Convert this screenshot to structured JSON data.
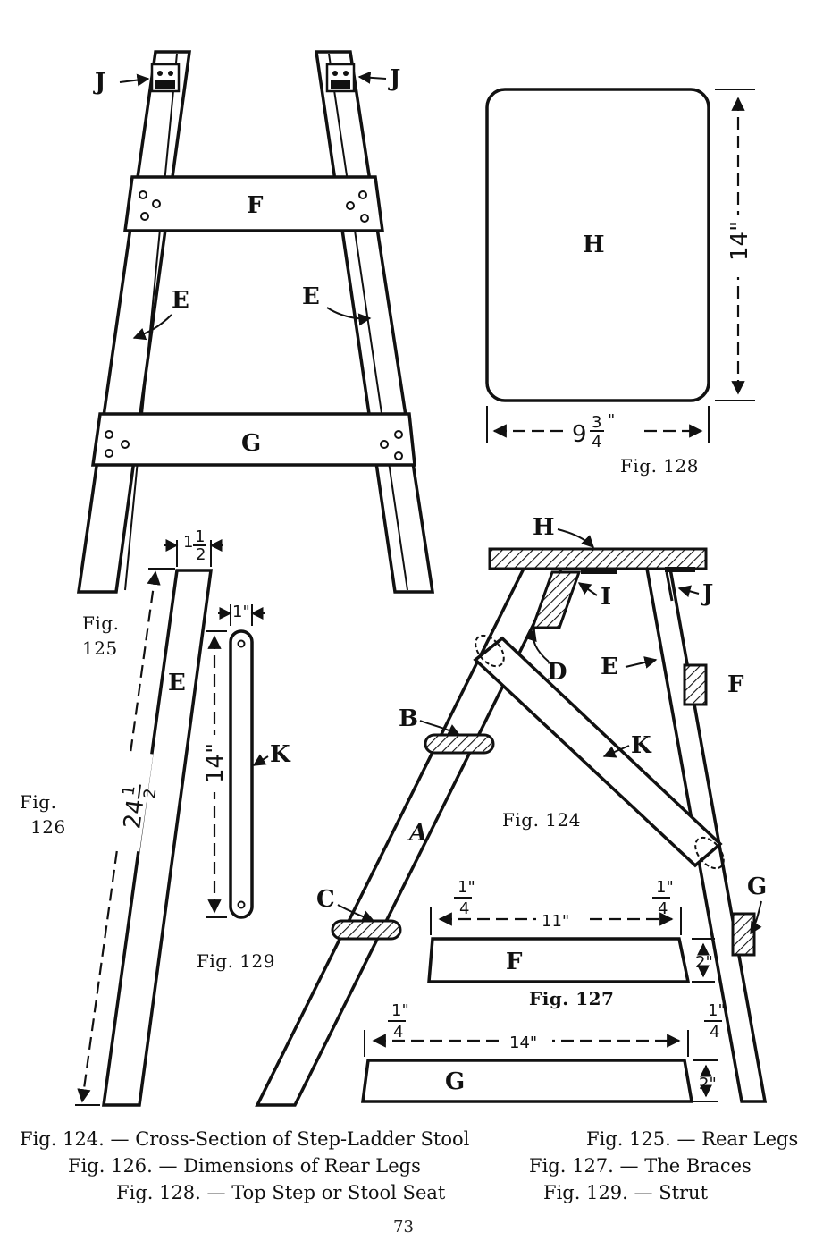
{
  "labels": {
    "a": "A",
    "b": "B",
    "c": "C",
    "d": "D",
    "e": "E",
    "f": "F",
    "g": "G",
    "h": "H",
    "i": "I",
    "j": "J",
    "k": "K"
  },
  "figs": {
    "fig124": "Fig. 124",
    "fig125_line1": "Fig.",
    "fig125_line2": "125",
    "fig126_line1": "Fig.",
    "fig126_line2": "126",
    "fig127": "Fig. 127",
    "fig128": "Fig. 128",
    "fig129": "Fig. 129"
  },
  "dimensions": {
    "seat_height": "14\"",
    "seat_width_whole": "9",
    "seat_width_frac_num": "3",
    "seat_width_frac_den": "4",
    "seat_width_unit": "\"",
    "leg_width_whole": "1",
    "leg_width_frac_num": "1",
    "leg_width_frac_den": "2",
    "leg_length_whole": "24",
    "leg_length_frac_num": "1",
    "leg_length_frac_den": "2",
    "strut_width": "1\"",
    "strut_length": "14\"",
    "brace_f_length": "11\"",
    "brace_f_height": "2\"",
    "brace_g_length": "14\"",
    "brace_g_height": "2\"",
    "quarter_num": "1\"",
    "quarter_den": "4"
  },
  "captions": {
    "c124": "Fig. 124. — Cross-Section of Step-Ladder Stool",
    "c125": "Fig. 125. — Rear Legs",
    "c126": "Fig. 126. — Dimensions of Rear Legs",
    "c127": "Fig. 127. — The Braces",
    "c128": "Fig. 128. — Top Step or Stool Seat",
    "c129": "Fig. 129. — Strut"
  },
  "page_number": "73"
}
